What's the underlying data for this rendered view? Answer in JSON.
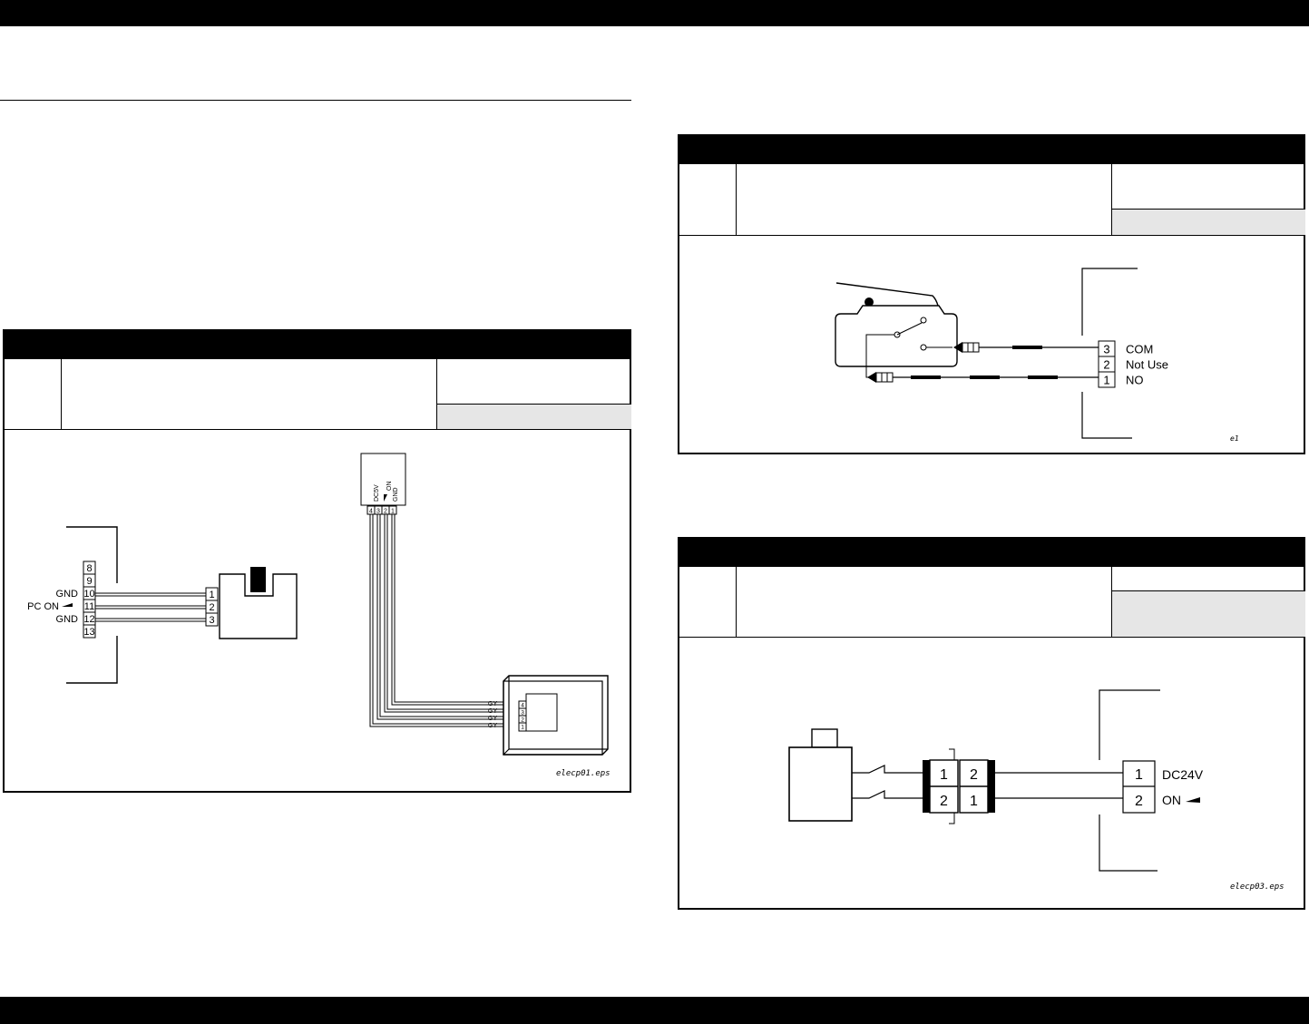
{
  "page": {
    "bars": "#000000",
    "shade_color": "#e6e6e6"
  },
  "diagram1": {
    "connector_labels": [
      "GND",
      "PC ON",
      "GND"
    ],
    "connector_pins": [
      "8",
      "9",
      "10",
      "11",
      "12",
      "13"
    ],
    "sensor_pins": [
      "1",
      "2",
      "3"
    ],
    "header_labels": [
      "DC5V",
      "ON",
      "GND"
    ],
    "header_pins": [
      "4",
      "3",
      "2",
      "1"
    ],
    "wire_labels": [
      "GY",
      "GY",
      "GY",
      "GY"
    ],
    "board_pins": [
      "4",
      "3",
      "2",
      "1"
    ],
    "filename": "elecp01.eps"
  },
  "diagram2": {
    "pins": [
      "3",
      "2",
      "1"
    ],
    "labels": [
      "COM",
      "Not Use",
      "NO"
    ],
    "filename": "e1"
  },
  "diagram3": {
    "left_block": [
      "1",
      "2"
    ],
    "right_block": [
      "2",
      "1"
    ],
    "board_pins": [
      "1",
      "2"
    ],
    "labels": [
      "DC24V",
      "ON"
    ],
    "filename": "elecp03.eps"
  }
}
